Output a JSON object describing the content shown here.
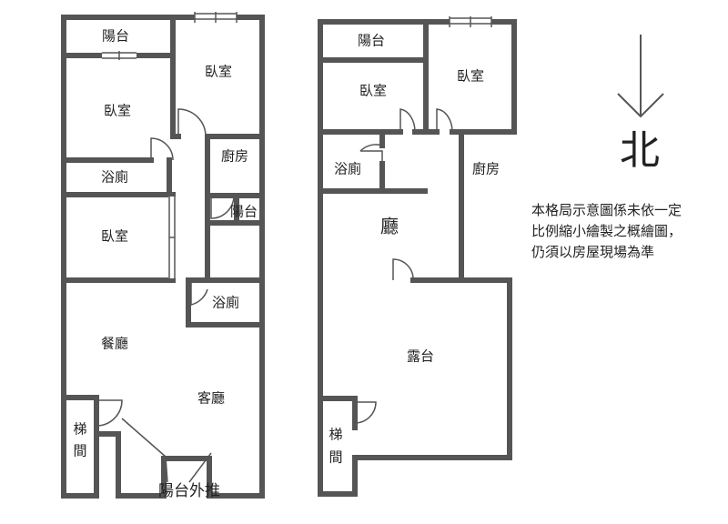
{
  "floor1": {
    "balcony_top": "陽台",
    "bedroom_a": "臥室",
    "bedroom_b": "臥室",
    "bath_a": "浴廁",
    "kitchen": "廚房",
    "balcony_small": "陽台",
    "bedroom_c": "臥室",
    "bath_b": "浴廁",
    "dining": "餐廳",
    "living": "客廳",
    "stair_1": "梯",
    "stair_2": "間",
    "balcony_push": "陽台外推"
  },
  "floor2": {
    "balcony_top": "陽台",
    "bedroom_a": "臥室",
    "bedroom_b": "臥室",
    "bath": "浴廁",
    "kitchen": "廚房",
    "hall": "廳",
    "terrace": "露台",
    "stair_1": "梯",
    "stair_2": "間"
  },
  "compass": {
    "label": "北",
    "icon": "north-arrow-icon"
  },
  "disclaimer": {
    "line1": "本格局示意圖係未依一定",
    "line2": "比例縮小繪製之概繪圖，",
    "line3": "仍須以房屋現場為準"
  },
  "colors": {
    "wall": "#555555",
    "text": "#222222"
  }
}
